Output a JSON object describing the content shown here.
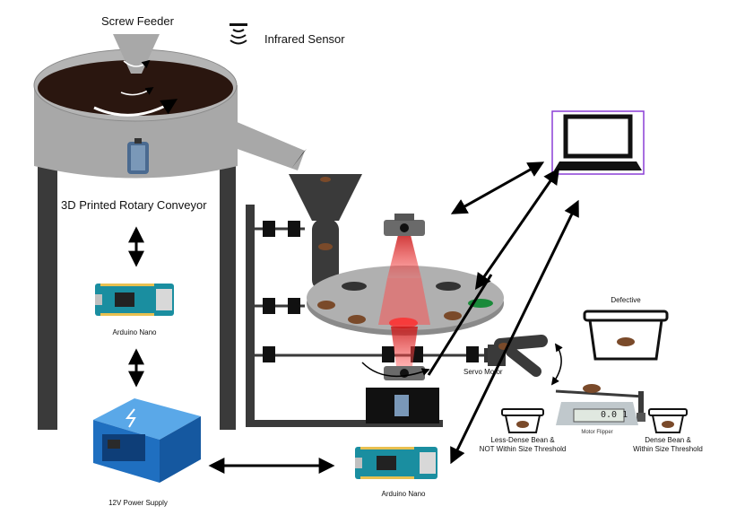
{
  "labels": {
    "screw_feeder": "Screw Feeder",
    "infrared_sensor": "Infrared Sensor",
    "rotary_conveyor": "3D Printed Rotary Conveyor",
    "arduino_nano_left": "Arduino Nano",
    "arduino_nano_bottom": "Arduino Nano",
    "power_supply": "12V Power Supply",
    "servo_motor": "Servo Motor",
    "defective": "Defective",
    "less_dense_line1": "Less-Dense Bean &",
    "less_dense_line2": "NOT Within Size Threshold",
    "dense_line1": "Dense Bean &",
    "dense_line2": "Within Size Threshold",
    "motor_flipper": "Motor Flipper",
    "scale_reading": "0.0 1"
  },
  "colors": {
    "hopper_gray": "#a8a8a8",
    "frame_dark": "#3a3a3a",
    "laser_red": "#e02020",
    "arduino_teal": "#1a8ea0",
    "power_blue": "#1f6fc0",
    "laptop_frame": "#8b3fd6",
    "bean_brown": "#7a4a2a"
  }
}
